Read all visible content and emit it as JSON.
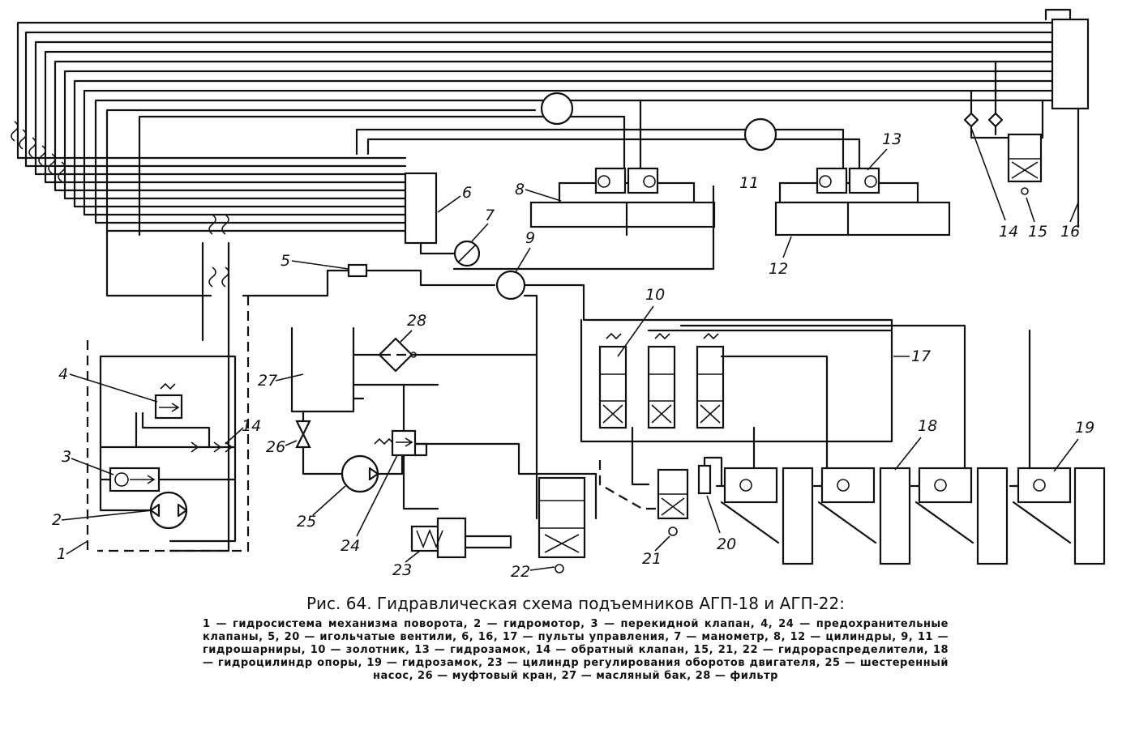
{
  "figure": {
    "title": "Рис. 64. Гидравлическая схема подъемников АГП-18 и АГП-22:",
    "legend": "1 — гидросистема механизма поворота, 2 — гидромотор, 3 — перекидной клапан, 4, 24 — предохранительные клапаны, 5, 20 — игольчатые вентили, 6, 16, 17 — пульты управления, 7 — манометр, 8, 12 — цилиндры, 9, 11 — гидрошарниры, 10 — золотник, 13 — гидрозамок, 14 — обратный клапан, 15, 21, 22 — гидрораспределители, 18 — гидроцилиндр опоры, 19 — гидрозамок, 23 — цилиндр регулирования оборотов двигателя, 25 — шестеренный насос, 26 — муфтовый кран, 27 — масляный бак, 28 — фильтр"
  },
  "labels": {
    "n1": "1",
    "n2": "2",
    "n3": "3",
    "n4": "4",
    "n5": "5",
    "n6": "6",
    "n7": "7",
    "n8": "8",
    "n9": "9",
    "n10": "10",
    "n11": "11",
    "n12": "12",
    "n13": "13",
    "n14a": "14",
    "n14b": "14",
    "n15": "15",
    "n16": "16",
    "n17": "17",
    "n18": "18",
    "n19": "19",
    "n20": "20",
    "n21": "21",
    "n22": "22",
    "n23": "23",
    "n24": "24",
    "n25": "25",
    "n26": "26",
    "n27": "27",
    "n28": "28"
  }
}
